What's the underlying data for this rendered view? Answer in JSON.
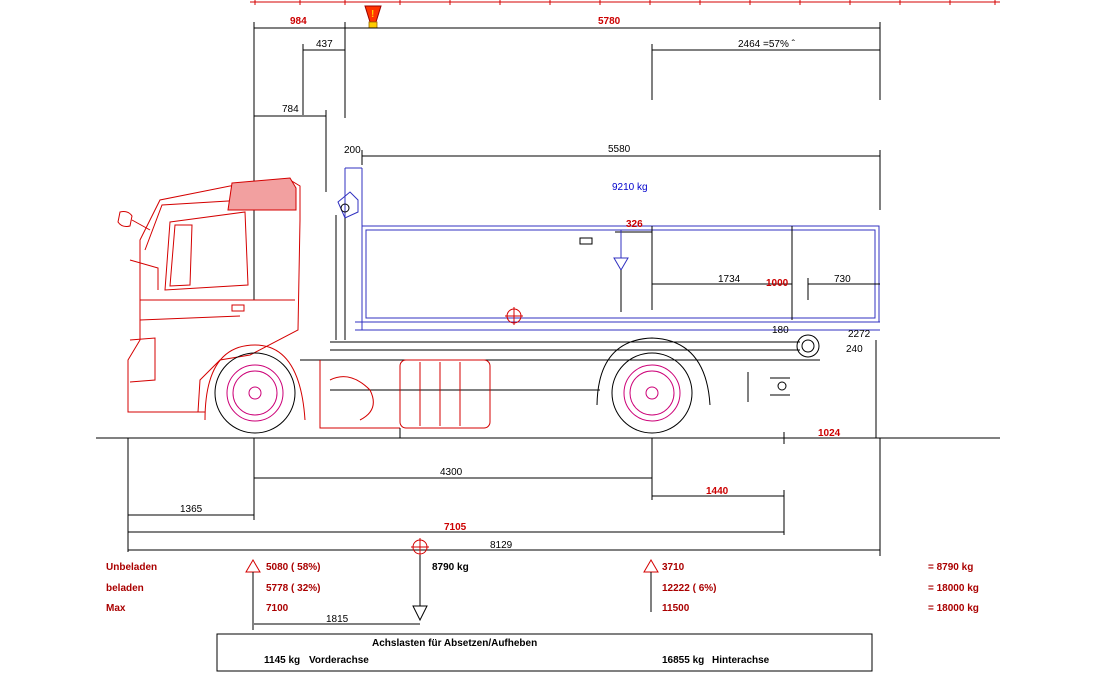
{
  "top_dims": {
    "front_overhang": "984",
    "total_body": "5780",
    "body_offset": "437",
    "cab_depth": "784",
    "tipping": "2464 =57% ˆ",
    "gap": "200",
    "container_length": "5580"
  },
  "container": {
    "weight": "9210 kg",
    "cg_offset": "326",
    "dim_1734": "1734",
    "dim_1000": "1000",
    "dim_730": "730",
    "dim_180": "180",
    "dim_2272": "2272",
    "dim_240": "240",
    "dim_1024": "1024"
  },
  "bottom_dims": {
    "wheelbase": "4300",
    "rear_axle_offset": "1440",
    "front_axle_pos": "1365",
    "length_7105": "7105",
    "length_8129": "8129"
  },
  "loads": {
    "rows": [
      {
        "label": "Unbeladen",
        "front": "5080 ( 58%)",
        "rear": "3710",
        "total": "= 8790 kg"
      },
      {
        "label": "beladen",
        "front": "5778 ( 32%)",
        "rear": "12222 ( 6%)",
        "total": "= 18000 kg"
      },
      {
        "label": "Max",
        "front": "7100",
        "rear": "11500",
        "total": "= 18000 kg"
      }
    ],
    "cg_weight": "8790 kg",
    "cg_distance": "1815"
  },
  "summary": {
    "title": "Achslasten für Absetzen/Aufheben",
    "front_value": "1145 kg",
    "front_label": "Vorderachse",
    "rear_value": "16855 kg",
    "rear_label": "Hinterachse"
  }
}
